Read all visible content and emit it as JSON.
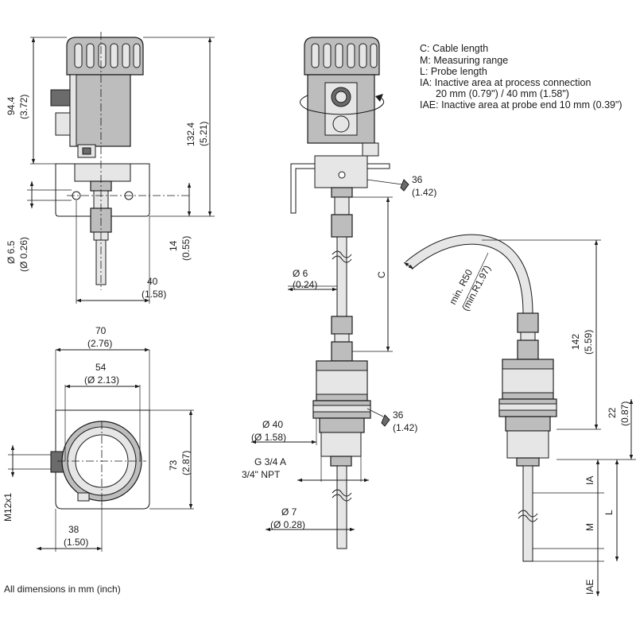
{
  "legend": {
    "c": "C:   Cable length",
    "m": "M:  Measuring range",
    "l": "L:   Probe length",
    "ia": "IA:  Inactive area at process connection",
    "ia2": "20 mm (0.79\") / 40 mm (1.58\")",
    "iae": "IAE: Inactive area at probe end 10 mm (0.39\")"
  },
  "footer": "All dimensions in mm (inch)",
  "dims": {
    "d94": "94.4",
    "d94i": "(3.72)",
    "d132": "132.4",
    "d132i": "(5.21)",
    "d65": "Ø 6.5",
    "d65i": "(Ø 0.26)",
    "d14": "14",
    "d14i": "(0.55)",
    "d40": "40",
    "d40i": "(1.58)",
    "d70": "70",
    "d70i": "(2.76)",
    "d54": "54",
    "d54i": "(Ø 2.13)",
    "d73": "73",
    "d73i": "(2.87)",
    "m12": "M12x1",
    "d38": "38",
    "d38i": "(1.50)",
    "w36a": "36",
    "w36ai": "(1.42)",
    "d6": "Ø 6",
    "d6i": "(0.24)",
    "c": "C",
    "dia40": "Ø 40",
    "dia40i": "(Ø 1.58)",
    "w36b": "36",
    "w36bi": "(1.42)",
    "thread1": "G 3/4 A",
    "thread2": "3/4\" NPT",
    "dia7": "Ø 7",
    "dia7i": "(Ø 0.28)",
    "r50": "min. R50",
    "r50i": "(min.R1.97)",
    "d142": "142",
    "d142i": "(5.59)",
    "d22": "22",
    "d22i": "(0.87)",
    "ia": "IA",
    "m": "M",
    "l": "L",
    "iae": "IAE"
  }
}
